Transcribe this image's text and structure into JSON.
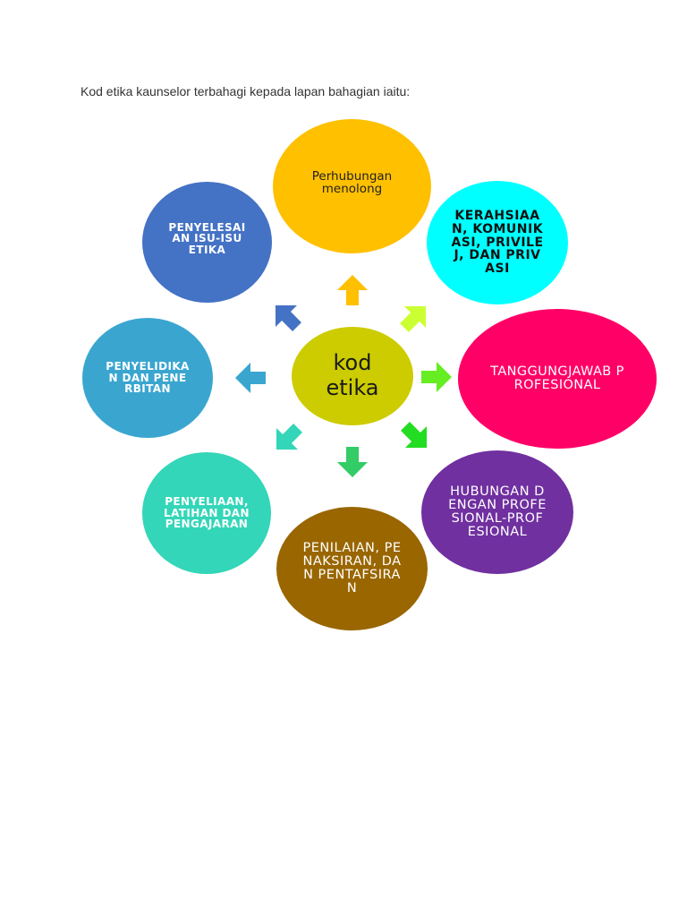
{
  "intro_text": "Kod etika kaunselor terbahagi kepada lapan bahagian iaitu:",
  "center": {
    "label": "kod etika",
    "color": "#cccc00"
  },
  "nodes": [
    {
      "id": "top",
      "label": "Perhubungan menolong",
      "color": "#ffc000"
    },
    {
      "id": "top-right",
      "label": "KERAHSIAAN, KOMUNIKASI, PRIVILEJ, DAN PRIVASI",
      "color": "#00ffff"
    },
    {
      "id": "right",
      "label": "TANGGUNGJAWAB PROFESIONAL",
      "color": "#ff0066"
    },
    {
      "id": "bottom-right",
      "label": "HUBUNGAN DENGAN PROFESIONAL-PROFESIONAL",
      "color": "#7030a0"
    },
    {
      "id": "bottom",
      "label": "PENILAIAN, PENAKSIRAN, DAN PENTAFSIRAN",
      "color": "#996600"
    },
    {
      "id": "bottom-left",
      "label": "PENYELIAAN, LATIHAN DAN PENGAJARAN",
      "color": "#33d6b8"
    },
    {
      "id": "left",
      "label": "PENYELIDIKAN DAN PENERBITAN",
      "color": "#3aa6d0"
    },
    {
      "id": "top-left",
      "label": "PENYELESAIAN ISU-ISU ETIKA",
      "color": "#4472c4"
    }
  ],
  "arrows": [
    {
      "target": "top",
      "icon": "arrow-up-icon",
      "color": "#ffc000"
    },
    {
      "target": "top-right",
      "icon": "arrow-up-right-icon",
      "color": "#ccff33"
    },
    {
      "target": "right",
      "icon": "arrow-right-icon",
      "color": "#66ee22"
    },
    {
      "target": "bottom-right",
      "icon": "arrow-down-right-icon",
      "color": "#22dd22"
    },
    {
      "target": "bottom",
      "icon": "arrow-down-icon",
      "color": "#33cc66"
    },
    {
      "target": "bottom-left",
      "icon": "arrow-down-left-icon",
      "color": "#33d6b8"
    },
    {
      "target": "left",
      "icon": "arrow-left-icon",
      "color": "#3aa6d0"
    },
    {
      "target": "top-left",
      "icon": "arrow-up-left-icon",
      "color": "#4472c4"
    }
  ]
}
